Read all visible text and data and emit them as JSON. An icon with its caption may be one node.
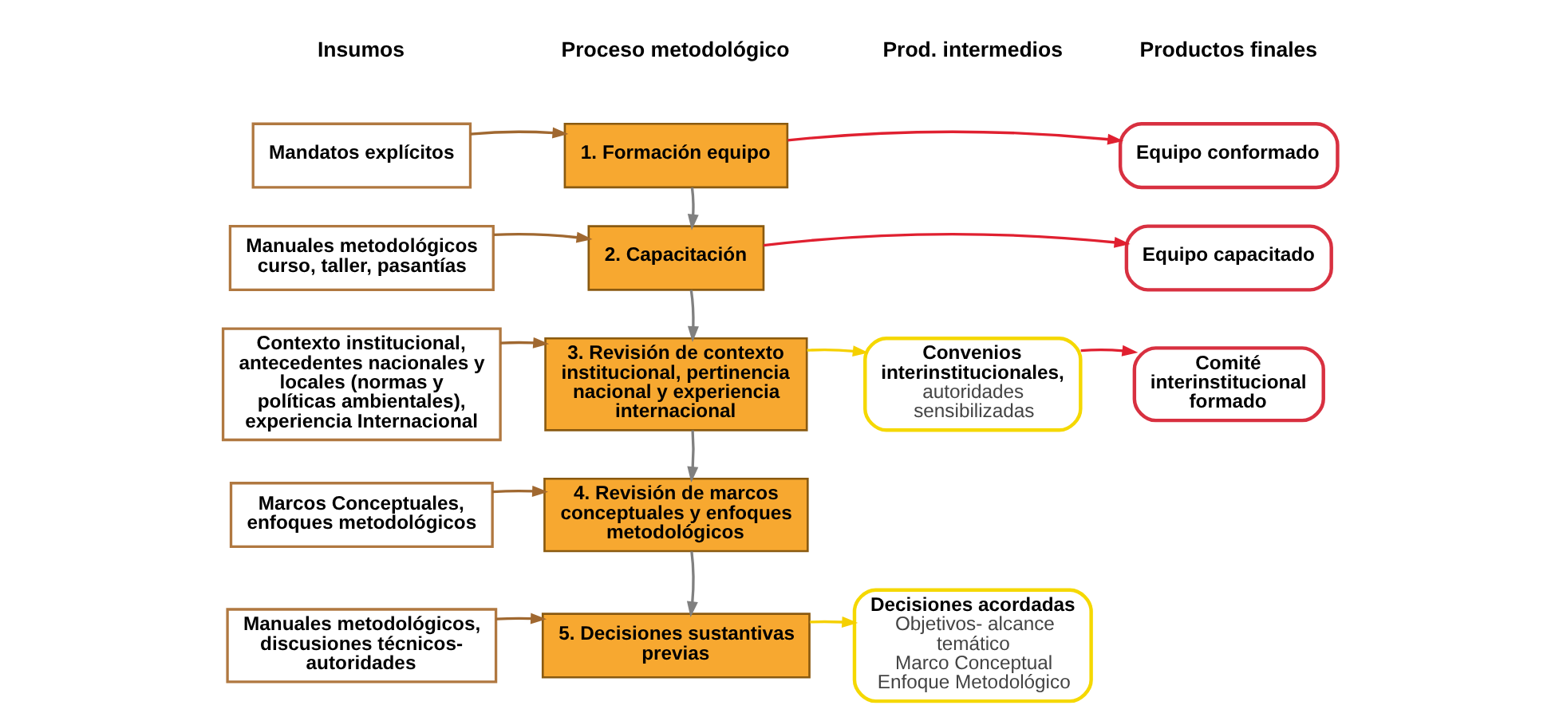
{
  "diagram": {
    "nodes": [
      {
        "text": [
          "Mandatos explícitos"
        ]
      },
      {
        "text": [
          "1. Formación equipo"
        ]
      },
      {
        "text": [
          "Equipo conformado"
        ]
      },
      {
        "text": [
          "Manuales metodológicos curso, taller, pasantías"
        ]
      },
      {
        "text": [
          "2. Capacitación"
        ]
      },
      {
        "text": [
          "Equipo capacitado"
        ]
      },
      {
        "text": [
          "Contexto institucional, antecedentes nacionales y locales (normas y políticas ambientales), experiencia Internacional"
        ]
      },
      {
        "text": [
          "3. Revisión de contexto institucional, pertinencia nacional y experiencia internacional"
        ]
      },
      {
        "text": [
          "Convenios interinstitucionales,",
          "autoridades sensibilizadas"
        ]
      },
      {
        "text": [
          "Comité interinstitucional formado"
        ]
      },
      {
        "text": [
          "Marcos Conceptuales, enfoques metodológicos"
        ]
      },
      {
        "text": [
          "4. Revisión de marcos conceptuales y enfoques metodológicos"
        ]
      },
      {
        "text": [
          "Manuales metodológicos, discusiones técnicos- autoridades"
        ]
      },
      {
        "text": [
          "5. Decisiones sustantivas previas"
        ]
      },
      {
        "text": [
          "Decisiones acordadas",
          "Objetivos- alcance temático",
          "Marco Conceptual",
          "Enfoque Metodológico"
        ]
      }
    ],
    "edges": [
      {
        "from": 0,
        "to": 1,
        "arrow": "to"
      },
      {
        "from": 1,
        "to": 2,
        "arrow": "to",
        "color": "#e02030"
      },
      {
        "from": 1,
        "to": 4,
        "arrow": "to",
        "color": "#808080"
      },
      {
        "from": 3,
        "to": 4,
        "arrow": "to"
      },
      {
        "from": 4,
        "to": 5,
        "arrow": "to",
        "color": "#e02030"
      },
      {
        "from": 4,
        "to": 7,
        "arrow": "to",
        "color": "#808080"
      },
      {
        "from": 6,
        "to": 7,
        "arrow": "to"
      },
      {
        "from": 7,
        "to": 8,
        "arrow": "to",
        "color": "#f5d000"
      },
      {
        "from": 8,
        "to": 9,
        "arrow": "to",
        "color": "#e02030"
      },
      {
        "from": 7,
        "to": 11,
        "arrow": "to",
        "color": "#808080"
      },
      {
        "from": 10,
        "to": 11,
        "arrow": "to"
      },
      {
        "from": 11,
        "to": 13,
        "arrow": "to",
        "color": "#808080"
      },
      {
        "from": 12,
        "to": 13,
        "arrow": "to"
      },
      {
        "from": 13,
        "to": 14,
        "arrow": "to",
        "color": "#f5d000"
      }
    ],
    "labels": [
      "Insumos",
      "Proceso metodológico",
      "Prod. intermedios",
      "Productos finales"
    ]
  }
}
